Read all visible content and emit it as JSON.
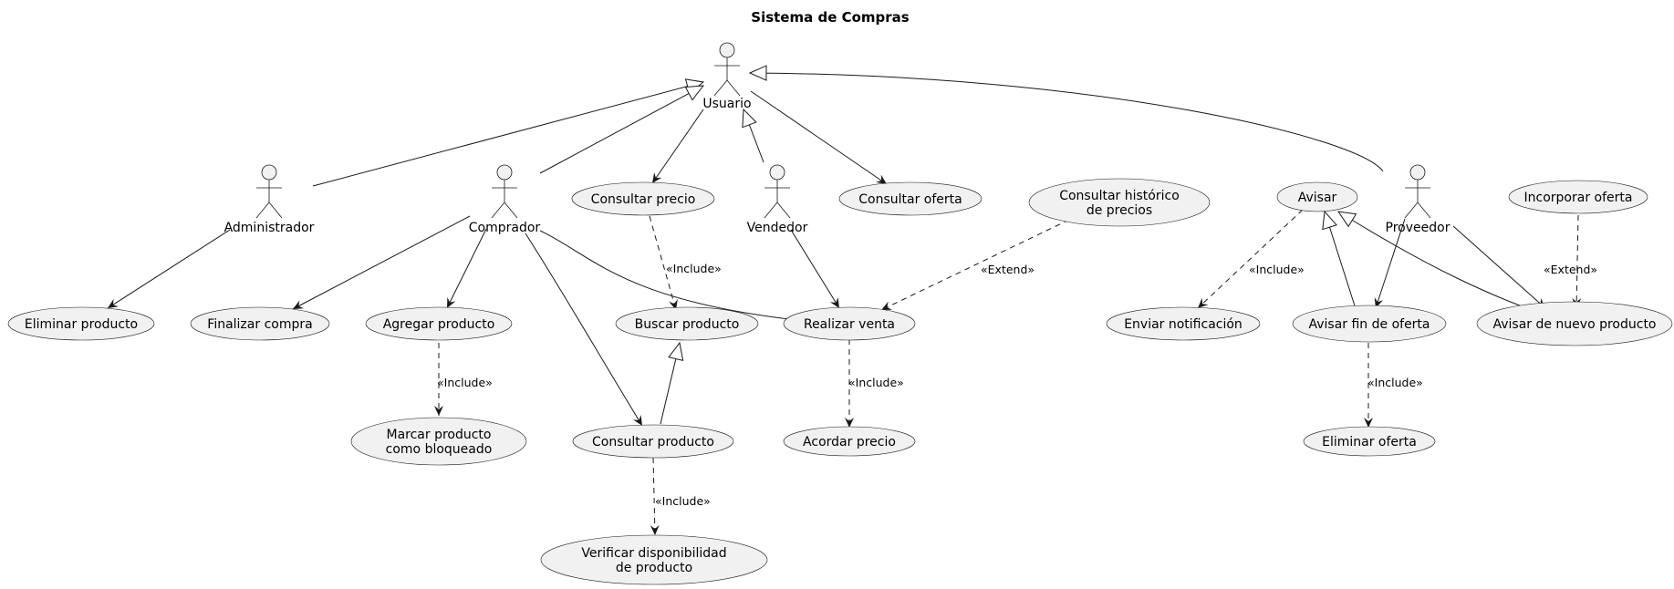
{
  "title": "Sistema de Compras",
  "actors": {
    "usuario": "Usuario",
    "administrador": "Administrador",
    "comprador": "Comprador",
    "vendedor": "Vendedor",
    "proveedor": "Proveedor"
  },
  "usecases": {
    "consultar_precio": [
      "Consultar precio"
    ],
    "consultar_oferta": [
      "Consultar oferta"
    ],
    "consultar_historico": [
      "Consultar histórico",
      "de precios"
    ],
    "avisar": [
      "Avisar"
    ],
    "incorporar_oferta": [
      "Incorporar oferta"
    ],
    "eliminar_producto": [
      "Eliminar producto"
    ],
    "finalizar_compra": [
      "Finalizar compra"
    ],
    "agregar_producto": [
      "Agregar producto"
    ],
    "buscar_producto": [
      "Buscar producto"
    ],
    "realizar_venta": [
      "Realizar venta"
    ],
    "enviar_notificacion": [
      "Enviar notificación"
    ],
    "avisar_fin_oferta": [
      "Avisar fin de oferta"
    ],
    "avisar_nuevo_producto": [
      "Avisar de nuevo producto"
    ],
    "marcar_producto": [
      "Marcar producto",
      "como bloqueado"
    ],
    "consultar_producto": [
      "Consultar producto"
    ],
    "acordar_precio": [
      "Acordar precio"
    ],
    "eliminar_oferta": [
      "Eliminar oferta"
    ],
    "verificar_disponibilidad": [
      "Verificar disponibilidad",
      "de producto"
    ]
  },
  "relations": {
    "include": "«Include»",
    "extend": "«Extend»"
  }
}
